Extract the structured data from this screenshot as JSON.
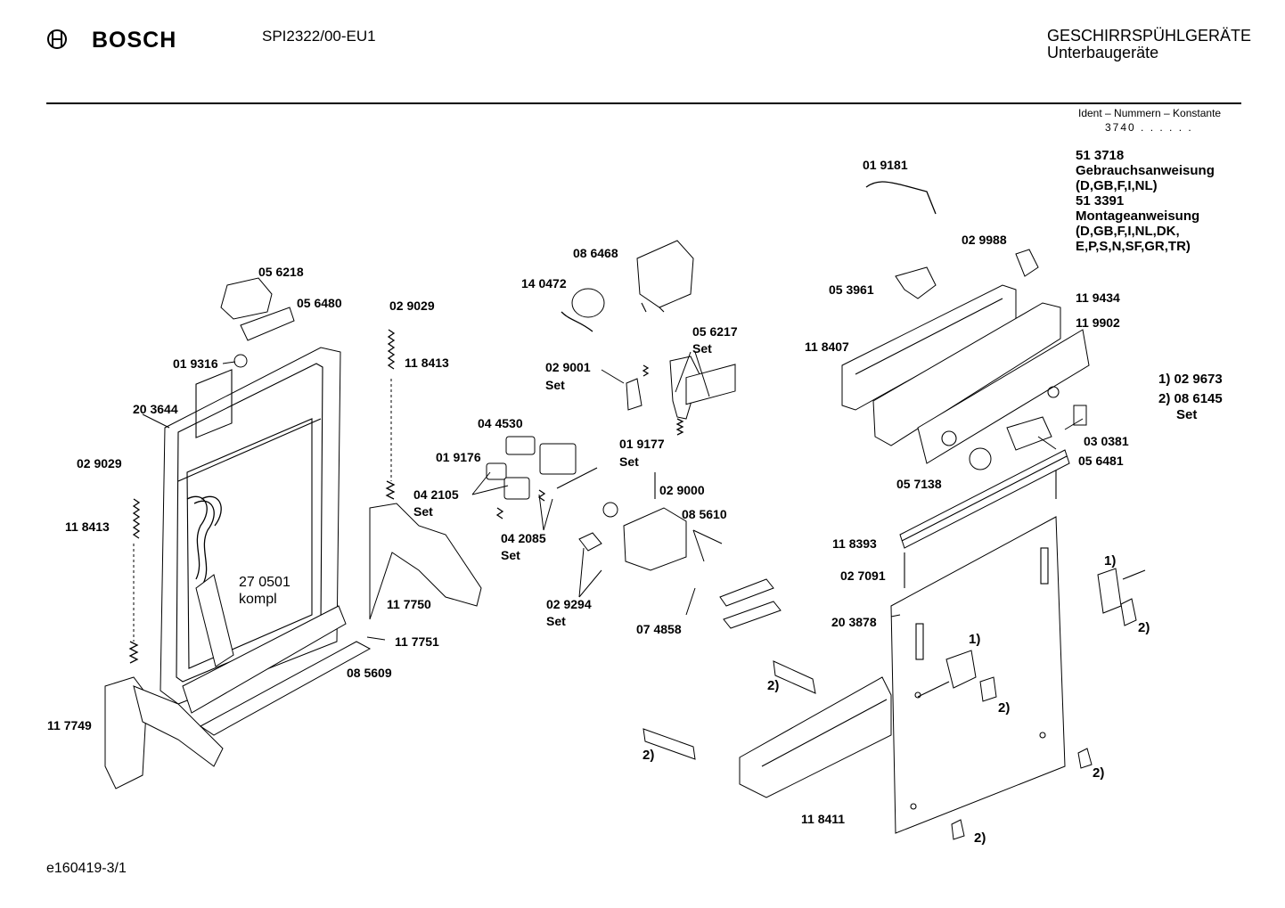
{
  "header": {
    "brand": "BOSCH",
    "model": "SPI2322/00-EU1",
    "category": "GESCHIRRSPÜHLGERÄTE",
    "subcategory": "Unterbaugeräte",
    "ident_label": "Ident – Nummern – Konstante",
    "ident_value": "3740 . . . . . ."
  },
  "notes": {
    "manual_block": "51 3718\nGebrauchsanweisung\n(D,GB,F,I,NL)\n51 3391\nMontageanweisung\n(D,GB,F,I,NL,DK,\nE,P,S,N,SF,GR,TR)",
    "footnote_1": "1) 02 9673",
    "footnote_2": "2) 08 6145",
    "footnote_set": "Set"
  },
  "footer": {
    "code": "e160419-3/1"
  },
  "parts": [
    {
      "id": "p019181",
      "text": "01 9181"
    },
    {
      "id": "p029988",
      "text": "02 9988"
    },
    {
      "id": "p086468",
      "text": "08 6468"
    },
    {
      "id": "p140472",
      "text": "14 0472"
    },
    {
      "id": "p056218",
      "text": "05 6218"
    },
    {
      "id": "p056480",
      "text": "05 6480"
    },
    {
      "id": "p029029a",
      "text": "02 9029"
    },
    {
      "id": "p118413a",
      "text": "11 8413"
    },
    {
      "id": "p019316",
      "text": "01 9316"
    },
    {
      "id": "p203644",
      "text": "20 3644"
    },
    {
      "id": "p029029b",
      "text": "02 9029"
    },
    {
      "id": "p118413b",
      "text": "11 8413"
    },
    {
      "id": "p270501",
      "text": "27 0501"
    },
    {
      "id": "p270501k",
      "text": "kompl"
    },
    {
      "id": "p117750",
      "text": "11 7750"
    },
    {
      "id": "p117751",
      "text": "11 7751"
    },
    {
      "id": "p085609",
      "text": "08 5609"
    },
    {
      "id": "p117749",
      "text": "11 7749"
    },
    {
      "id": "p053961",
      "text": "05 3961"
    },
    {
      "id": "p119434",
      "text": "11 9434"
    },
    {
      "id": "p119902",
      "text": "11 9902"
    },
    {
      "id": "p118407",
      "text": "11 8407"
    },
    {
      "id": "p056217",
      "text": "05 6217"
    },
    {
      "id": "p056217s",
      "text": "Set"
    },
    {
      "id": "p029001",
      "text": "02 9001"
    },
    {
      "id": "p029001s",
      "text": "Set"
    },
    {
      "id": "p044530",
      "text": "04 4530"
    },
    {
      "id": "p019176",
      "text": "01 9176"
    },
    {
      "id": "p019177",
      "text": "01 9177"
    },
    {
      "id": "p019177s",
      "text": "Set"
    },
    {
      "id": "p042105",
      "text": "04 2105"
    },
    {
      "id": "p042105s",
      "text": "Set"
    },
    {
      "id": "p029000",
      "text": "02 9000"
    },
    {
      "id": "p085610",
      "text": "08 5610"
    },
    {
      "id": "p042085",
      "text": "04 2085"
    },
    {
      "id": "p042085s",
      "text": "Set"
    },
    {
      "id": "p029294",
      "text": "02 9294"
    },
    {
      "id": "p029294s",
      "text": "Set"
    },
    {
      "id": "p074858",
      "text": "07 4858"
    },
    {
      "id": "p030381",
      "text": "03 0381"
    },
    {
      "id": "p056481",
      "text": "05 6481"
    },
    {
      "id": "p057138",
      "text": "05 7138"
    },
    {
      "id": "p118393",
      "text": "11 8393"
    },
    {
      "id": "p027091",
      "text": "02 7091"
    },
    {
      "id": "p203878",
      "text": "20 3878"
    },
    {
      "id": "p118411",
      "text": "11 8411"
    },
    {
      "id": "m1a",
      "text": "1)"
    },
    {
      "id": "m1b",
      "text": "1)"
    },
    {
      "id": "m2a",
      "text": "2)"
    },
    {
      "id": "m2b",
      "text": "2)"
    },
    {
      "id": "m2c",
      "text": "2)"
    },
    {
      "id": "m2d",
      "text": "2)"
    },
    {
      "id": "m2e",
      "text": "2)"
    },
    {
      "id": "m2f",
      "text": "2)"
    }
  ]
}
